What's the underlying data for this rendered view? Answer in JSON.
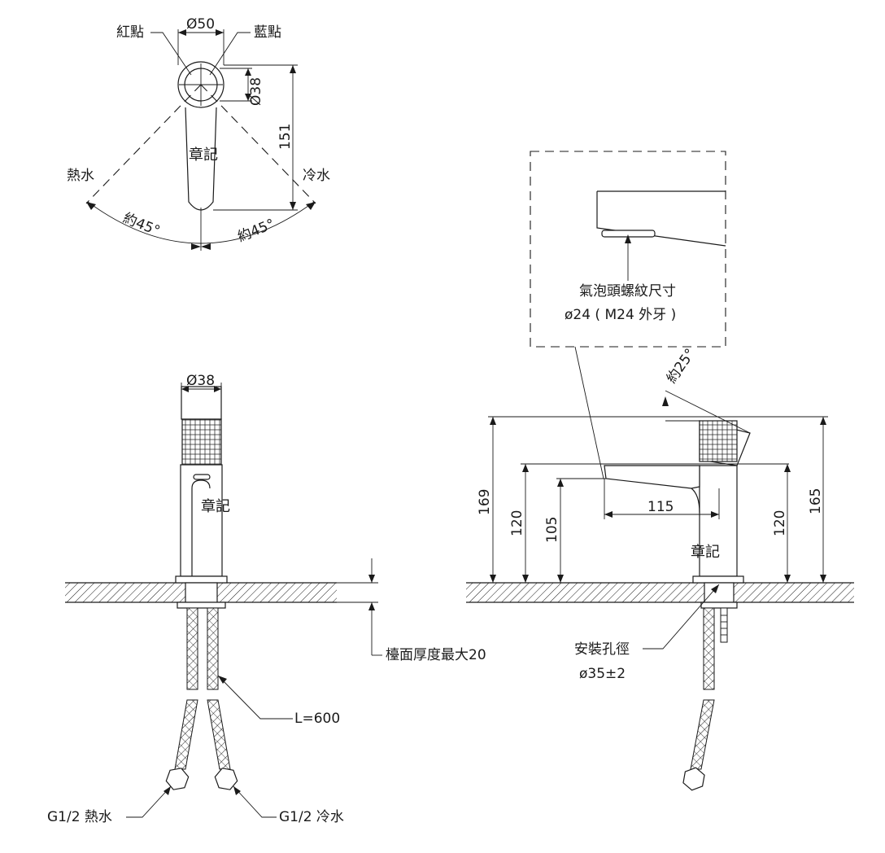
{
  "top_view": {
    "red_dot": "紅點",
    "blue_dot": "藍點",
    "dia_body": "Ø50",
    "dia_inner": "Ø38",
    "handle_length": "151",
    "logo": "章記",
    "hot": "熱水",
    "cold": "冷水",
    "angle_left": "約45°",
    "angle_right": "約45°"
  },
  "front_view": {
    "dia": "Ø38",
    "logo": "章記",
    "counter_thickness": "檯面厚度最大20",
    "hose_length": "L=600",
    "hot_connection": "G1/2 熱水",
    "cold_connection": "G1/2 冷水"
  },
  "side_view": {
    "aerator_line1": "氣泡頭螺紋尺寸",
    "aerator_line2": "ø24 ( M24 外牙 )",
    "angle": "約25°",
    "height_total": "169",
    "height_spout_top": "120",
    "height_outlet": "105",
    "reach": "115",
    "height_body_right": "120",
    "height_handle_right": "165",
    "logo": "章記",
    "hole_label": "安裝孔徑",
    "hole_dia": "ø35±2"
  }
}
